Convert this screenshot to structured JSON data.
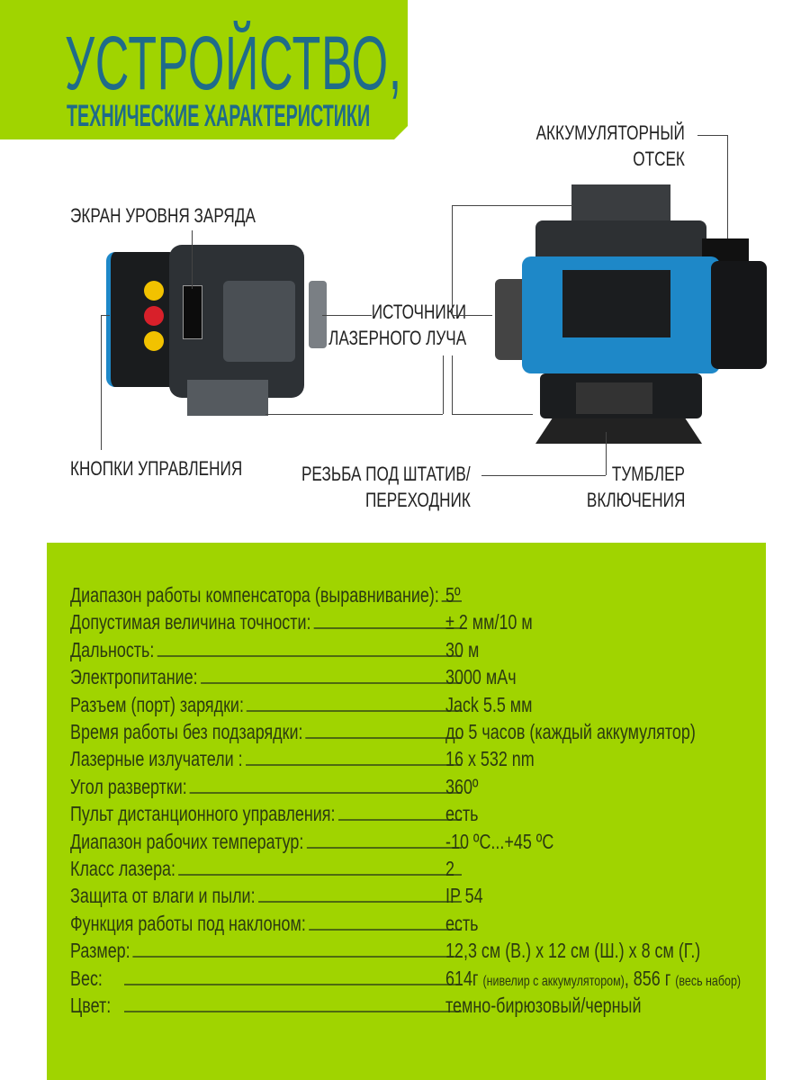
{
  "header": {
    "title": "УСТРОЙСТВО,",
    "subtitle": "ТЕХНИЧЕСКИЕ ХАРАКТЕРИСТИКИ"
  },
  "callouts": {
    "battery": [
      "АККУМУЛЯТОРНЫЙ",
      "ОТСЕК"
    ],
    "screen": "ЭКРАН УРОВНЯ ЗАРЯДА",
    "laser": [
      "ИСТОЧНИКИ",
      "ЛАЗЕРНОГО ЛУЧА"
    ],
    "buttons": "КНОПКИ УПРАВЛЕНИЯ",
    "thread": [
      "РЕЗЬБА ПОД ШТАТИВ/",
      "ПЕРЕХОДНИК"
    ],
    "switch": [
      "ТУМБЛЕР",
      "ВКЛЮЧЕНИЯ"
    ]
  },
  "colors": {
    "accent": "#a0d400",
    "title": "#1f6b8a",
    "device_blue": "#1e88c8"
  },
  "specs": [
    {
      "label": "Диапазон работы компенсатора (выравнивание):",
      "value": "5º"
    },
    {
      "label": "Допустимая величина точности:",
      "value": "± 2 мм/10 м"
    },
    {
      "label": "Дальность:",
      "value": "30 м"
    },
    {
      "label": "Электропитание:",
      "value": "3000 мАч"
    },
    {
      "label": "Разъем (порт) зарядки:",
      "value": "Jack 5.5 мм"
    },
    {
      "label": "Время работы без подзарядки:",
      "value": "до 5 часов (каждый аккумулятор)"
    },
    {
      "label": "Лазерные излучатели :",
      "value": "16 x 532 nm"
    },
    {
      "label": "Угол развертки:",
      "value": "360º"
    },
    {
      "label": "Пульт дистанционного управления:",
      "value": "есть"
    },
    {
      "label": "Диапазон рабочих температур:",
      "value": "-10 ºC...+45 ºC"
    },
    {
      "label": "Класс лазера:",
      "value": "2"
    },
    {
      "label": "Защита от влаги и пыли:",
      "value": "IP 54"
    },
    {
      "label": "Функция работы под наклоном:",
      "value": "есть"
    },
    {
      "label": "Размер:",
      "value": "12,3 см (В.) x 12 см (Ш.) x 8 см (Г.)"
    },
    {
      "label": "Вес:",
      "value": "614г",
      "value_note1": "(нивелир с аккумулятором)",
      "value_mid": ", 856 г",
      "value_note2": "(весь набор)"
    },
    {
      "label": "Цвет:",
      "value": "темно-бирюзовый/черный"
    }
  ]
}
